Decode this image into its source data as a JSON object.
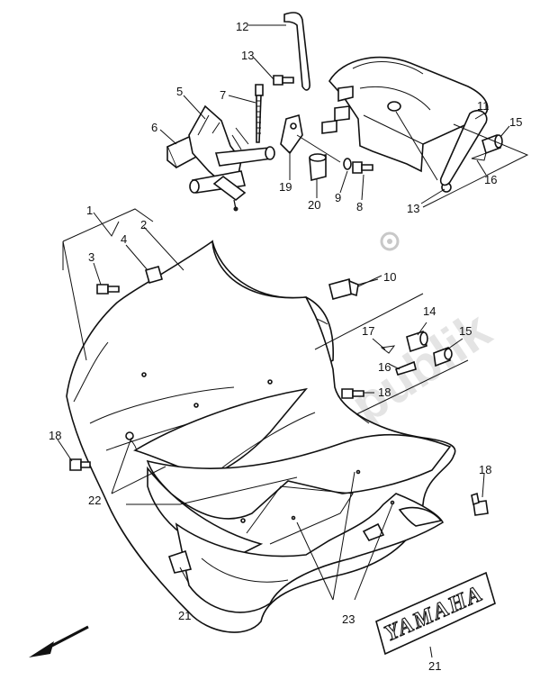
{
  "watermark": "PartsRepublik",
  "decal_text": "YAMAHA",
  "callouts": {
    "c1": "1",
    "c2": "2",
    "c3": "3",
    "c4": "4",
    "c5": "5",
    "c6": "6",
    "c7": "7",
    "c8": "8",
    "c9": "9",
    "c10": "10",
    "c11": "11",
    "c12": "12",
    "c13a": "13",
    "c13b": "13",
    "c14": "14",
    "c15a": "15",
    "c15b": "15",
    "c16a": "16",
    "c16b": "16",
    "c17": "17",
    "c18a": "18",
    "c18b": "18",
    "c18c": "18",
    "c19": "19",
    "c20": "20",
    "c21a": "21",
    "c21b": "21",
    "c22": "22",
    "c23": "23"
  }
}
